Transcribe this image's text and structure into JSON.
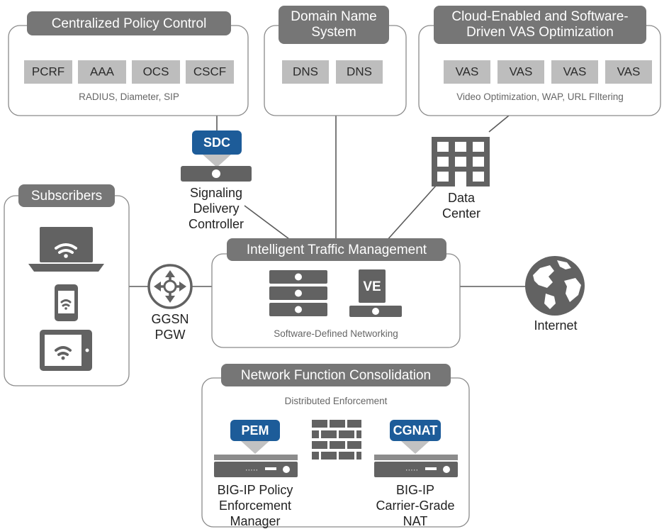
{
  "policy": {
    "title": "Centralized Policy Control",
    "chips": [
      "PCRF",
      "AAA",
      "OCS",
      "CSCF"
    ],
    "subtitle": "RADIUS, Diameter, SIP"
  },
  "dns": {
    "title_line1": "Domain Name",
    "title_line2": "System",
    "chips": [
      "DNS",
      "DNS"
    ]
  },
  "vas": {
    "title_line1": "Cloud-Enabled and Software-",
    "title_line2": "Driven VAS Optimization",
    "chips": [
      "VAS",
      "VAS",
      "VAS",
      "VAS"
    ],
    "subtitle": "Video Optimization, WAP, URL FIltering"
  },
  "sdc": {
    "badge": "SDC",
    "label_lines": [
      "Signaling",
      "Delivery",
      "Controller"
    ]
  },
  "datacenter": {
    "label_lines": [
      "Data",
      "Center"
    ]
  },
  "subscribers": {
    "title": "Subscribers"
  },
  "ggsn": {
    "label_lines": [
      "GGSN",
      "PGW"
    ]
  },
  "itm": {
    "title": "Intelligent Traffic Management",
    "ve_label": "VE",
    "subtitle": "Software-Defined Networking"
  },
  "internet": {
    "label": "Internet"
  },
  "nfc": {
    "title": "Network Function Consolidation",
    "subtitle": "Distributed Enforcement",
    "pem_badge": "PEM",
    "pem_label_lines": [
      "BIG-IP Policy",
      "Enforcement",
      "Manager"
    ],
    "cgnat_badge": "CGNAT",
    "cgnat_label_lines": [
      "BIG-IP",
      "Carrier-Grade",
      "NAT"
    ]
  },
  "colors": {
    "header_gray": "#767676",
    "chip_gray": "#bdbdbd",
    "icon_dark": "#626262",
    "badge_blue": "#1d5c99"
  }
}
